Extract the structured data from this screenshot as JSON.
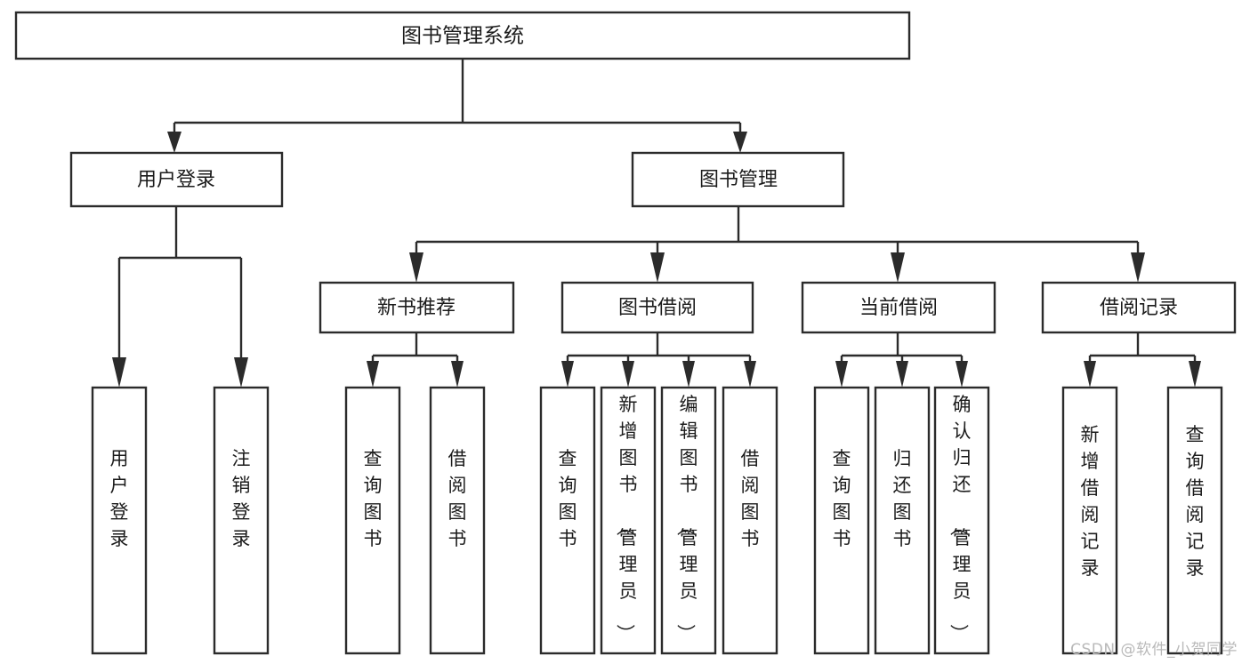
{
  "diagram": {
    "title": "图书管理系统",
    "watermark": "CSDN @软件_小贺同学",
    "levels": {
      "root": "图书管理系统",
      "level1": [
        "用户登录",
        "图书管理"
      ],
      "level2": [
        "新书推荐",
        "图书借阅",
        "当前借阅",
        "借阅记录"
      ]
    },
    "nodes": {
      "root": {
        "label": "图书管理系统"
      },
      "user_login": {
        "label": "用户登录"
      },
      "book_manage": {
        "label": "图书管理"
      },
      "new_book_rec": {
        "label": "新书推荐"
      },
      "book_borrow": {
        "label": "图书借阅"
      },
      "current_borrow": {
        "label": "当前借阅"
      },
      "borrow_record": {
        "label": "借阅记录"
      },
      "leaf_user_login": {
        "label": "用户登录"
      },
      "leaf_logout": {
        "label": "注销登录"
      },
      "leaf_query_book_1": {
        "label": "查询图书"
      },
      "leaf_borrow_book_1": {
        "label": "借阅图书"
      },
      "leaf_query_book_2": {
        "label": "查询图书"
      },
      "leaf_add_book": {
        "label": "新增图书（管理员）"
      },
      "leaf_edit_book": {
        "label": "编辑图书（管理员）"
      },
      "leaf_borrow_book_2": {
        "label": "借阅图书"
      },
      "leaf_query_book_3": {
        "label": "查询图书"
      },
      "leaf_return_book": {
        "label": "归还图书"
      },
      "leaf_confirm_return": {
        "label": "确认归还（管理员）"
      },
      "leaf_add_record": {
        "label": "新增借阅记录"
      },
      "leaf_query_record": {
        "label": "查询借阅记录"
      }
    },
    "colors": {
      "stroke": "#2b2b2b",
      "fill": "#ffffff",
      "text": "#1b1b1b",
      "watermark": "#b9b9b9"
    }
  }
}
